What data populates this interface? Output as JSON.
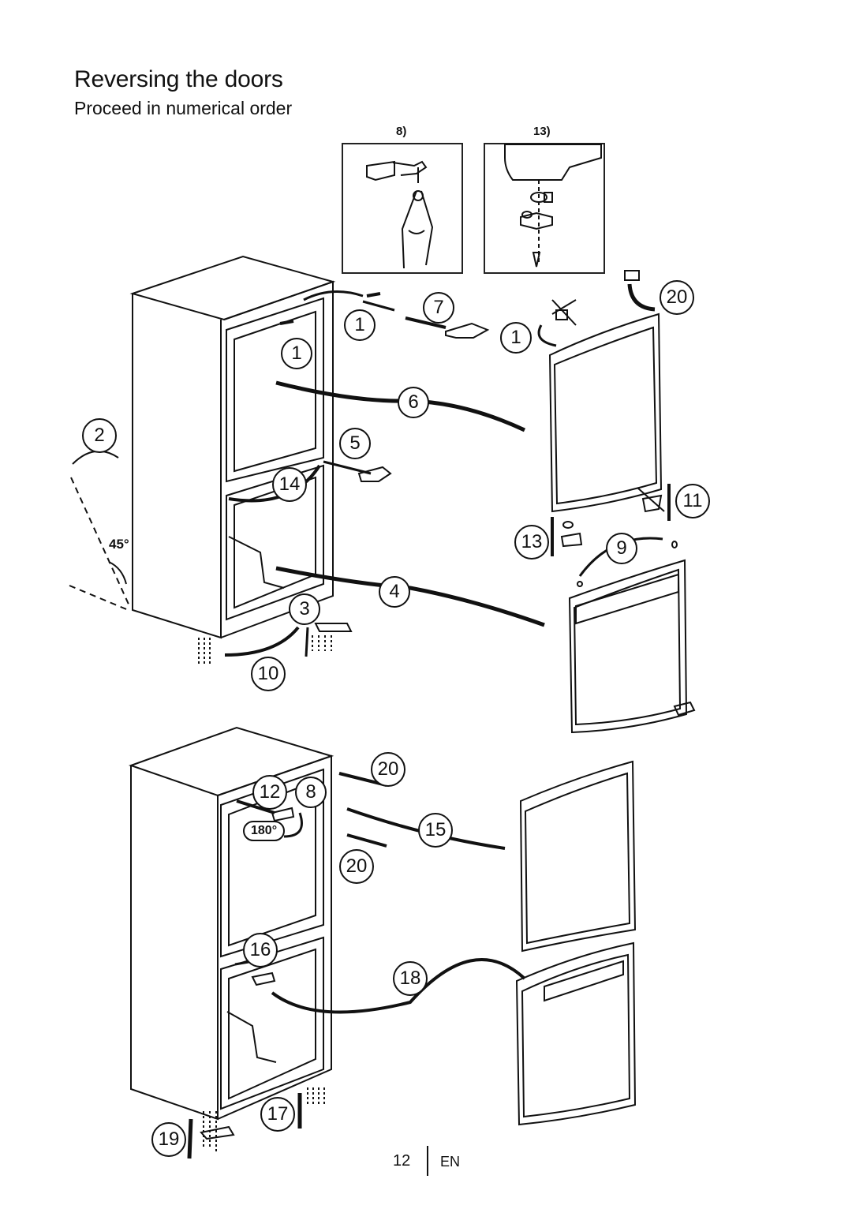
{
  "header": {
    "title": "Reversing the doors",
    "subtitle": "Proceed in numerical order"
  },
  "insets": [
    {
      "label": "8)",
      "content": "upper hinge with pliers"
    },
    {
      "label": "13)",
      "content": "hinge pin assembly under door"
    }
  ],
  "steps": {
    "s1a": "1",
    "s1b": "1",
    "s1c": "1",
    "s2": "2",
    "s3": "3",
    "s4": "4",
    "s5": "5",
    "s6": "6",
    "s7": "7",
    "s8": "8",
    "s9": "9",
    "s10": "10",
    "s11": "11",
    "s12": "12",
    "s13": "13",
    "s14": "14",
    "s15": "15",
    "s16": "16",
    "s17": "17",
    "s18": "18",
    "s19": "19",
    "s20a": "20",
    "s20b": "20",
    "s20c": "20"
  },
  "annotations": {
    "tilt_angle": "45°",
    "rotate_angle": "180°"
  },
  "footer": {
    "page_number": "12",
    "language": "EN"
  },
  "colors": {
    "ink": "#111111",
    "panel": "#ffffff"
  }
}
